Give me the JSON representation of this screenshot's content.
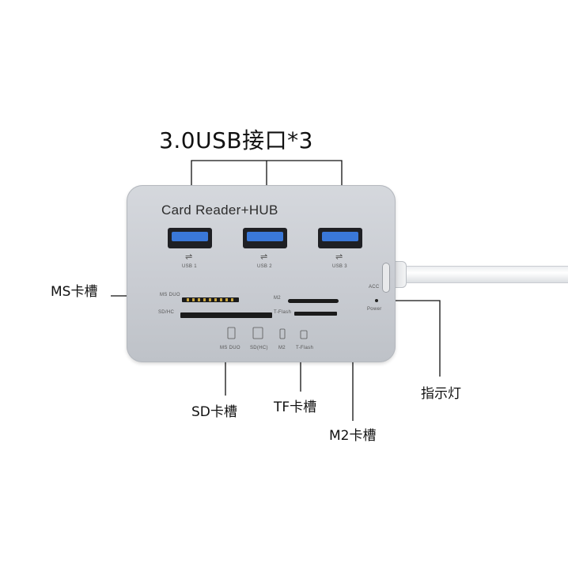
{
  "title": "3.0USB接口*3",
  "device": {
    "label": "Card Reader+HUB",
    "ports": [
      {
        "name": "USB 1"
      },
      {
        "name": "USB 2"
      },
      {
        "name": "USB 3"
      }
    ],
    "usb_symbol": "⇌",
    "slot_labels": {
      "ms": "MS DUO",
      "sd": "SD/HC",
      "m2": "M2",
      "tf": "T-Flash",
      "acc": "ACC",
      "power": "Power"
    },
    "card_icons": [
      "MS DUO",
      "SD(HC)",
      "M2",
      "T-Flash"
    ]
  },
  "callouts": {
    "ms": "MS卡槽",
    "sd": "SD卡槽",
    "tf": "TF卡槽",
    "m2": "M2卡槽",
    "led": "指示灯"
  },
  "colors": {
    "port_blue": "#3a78d8",
    "body": "#c9ccd2",
    "line": "#111111"
  }
}
